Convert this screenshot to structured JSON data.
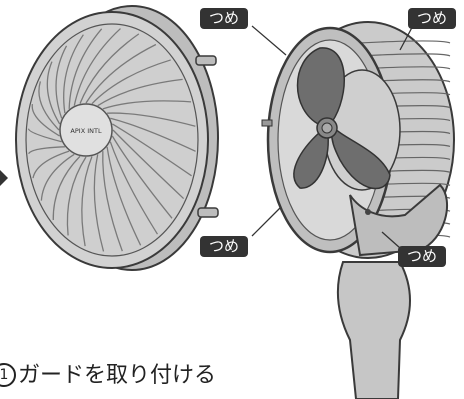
{
  "labels": {
    "claw_top_left": "つめ",
    "claw_top_right": "つめ",
    "claw_bottom_left": "つめ",
    "claw_bottom_right": "つめ"
  },
  "guard_brand": "APIX INTL",
  "caption": {
    "step_number": "1",
    "text": "ガードを取り付ける"
  },
  "colors": {
    "label_bg": "#333333",
    "guard_fill": "#cfcfcf",
    "outline": "#3a3a3a"
  }
}
